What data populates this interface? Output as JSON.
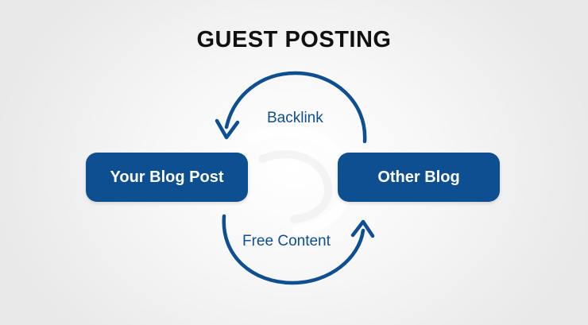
{
  "title": "GUEST POSTING",
  "colors": {
    "primary": "#0d4f91",
    "title": "#111111",
    "node_text": "#ffffff"
  },
  "nodes": [
    {
      "id": "your-blog-post",
      "label": "Your Blog Post"
    },
    {
      "id": "other-blog",
      "label": "Other Blog"
    }
  ],
  "edges": [
    {
      "from": "other-blog",
      "to": "your-blog-post",
      "label": "Backlink"
    },
    {
      "from": "your-blog-post",
      "to": "other-blog",
      "label": "Free Content"
    }
  ]
}
